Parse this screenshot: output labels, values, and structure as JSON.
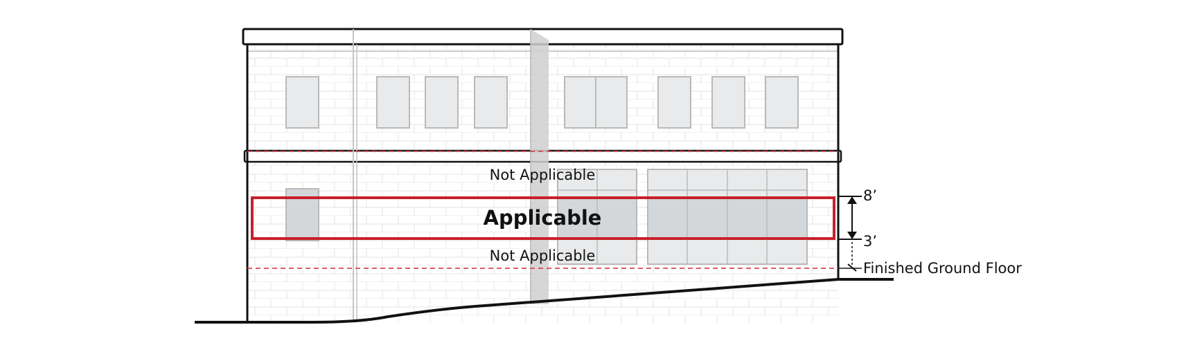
{
  "labels": {
    "upper_zone": "Not Applicable",
    "applicable_zone": "Applicable",
    "lower_zone": "Not Applicable"
  },
  "dimensions": {
    "top": "8’",
    "bottom": "3’",
    "ground": "Finished Ground Floor"
  },
  "colors": {
    "highlight": "#c8202a",
    "outline": "#111111",
    "brick": "#dcdcdc",
    "glass": "#e9eaeb",
    "glass_highlight": "#d4d7da"
  }
}
